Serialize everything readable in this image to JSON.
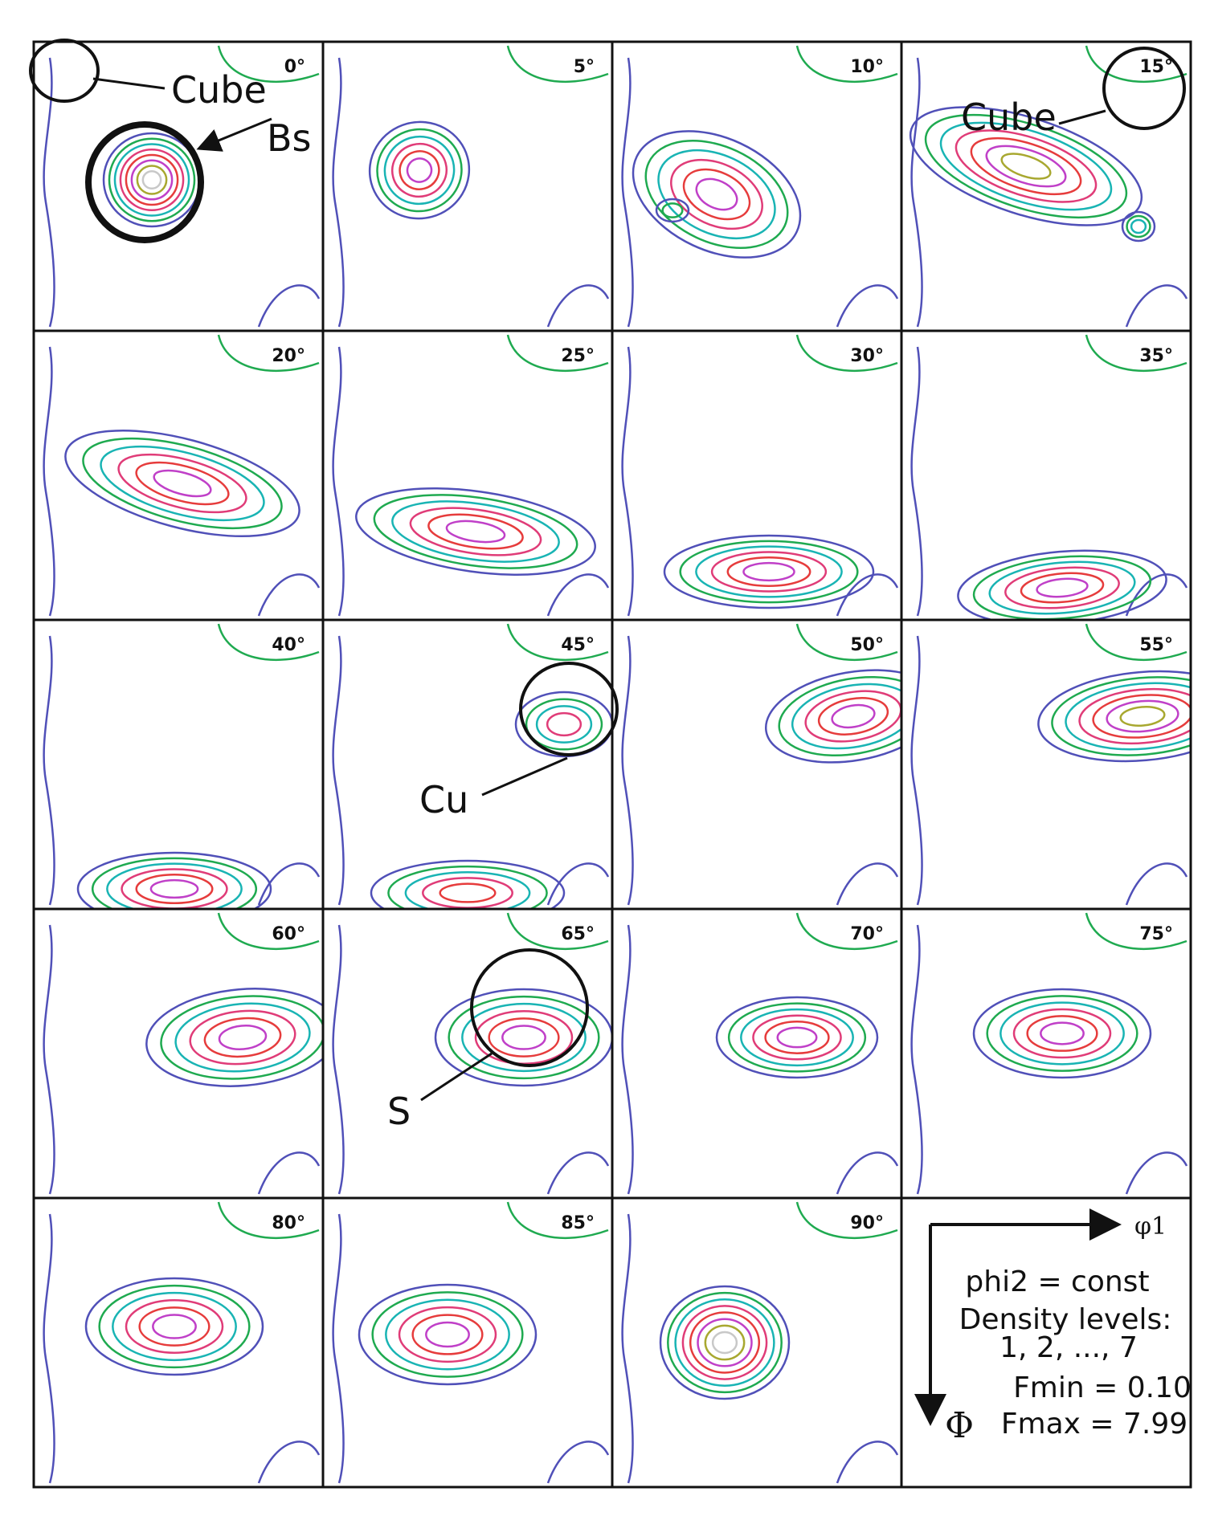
{
  "figure": {
    "sections": [
      {
        "angle": "0°"
      },
      {
        "angle": "5°"
      },
      {
        "angle": "10°"
      },
      {
        "angle": "15°"
      },
      {
        "angle": "20°"
      },
      {
        "angle": "25°"
      },
      {
        "angle": "30°"
      },
      {
        "angle": "35°"
      },
      {
        "angle": "40°"
      },
      {
        "angle": "45°"
      },
      {
        "angle": "50°"
      },
      {
        "angle": "55°"
      },
      {
        "angle": "60°"
      },
      {
        "angle": "65°"
      },
      {
        "angle": "70°"
      },
      {
        "angle": "75°"
      },
      {
        "angle": "80°"
      },
      {
        "angle": "85°"
      },
      {
        "angle": "90°"
      }
    ],
    "annotations": {
      "cube_1": "Cube",
      "bs": "Bs",
      "cube_2": "Cube",
      "cu": "Cu",
      "s": "S"
    },
    "legend": {
      "axis_x": "φ1",
      "axis_y": "Φ",
      "line1": "phi2 = const",
      "line2": "Density levels:",
      "line3": "1, 2, ...,  7",
      "line4": "Fmin = 0.10",
      "line5": "Fmax = 7.99"
    },
    "contour_colors": [
      "#5050b8",
      "#1faa50",
      "#19b4b4",
      "#e03c78",
      "#e63c3c",
      "#c040c8",
      "#a8a830",
      "#c8c8c8"
    ]
  }
}
